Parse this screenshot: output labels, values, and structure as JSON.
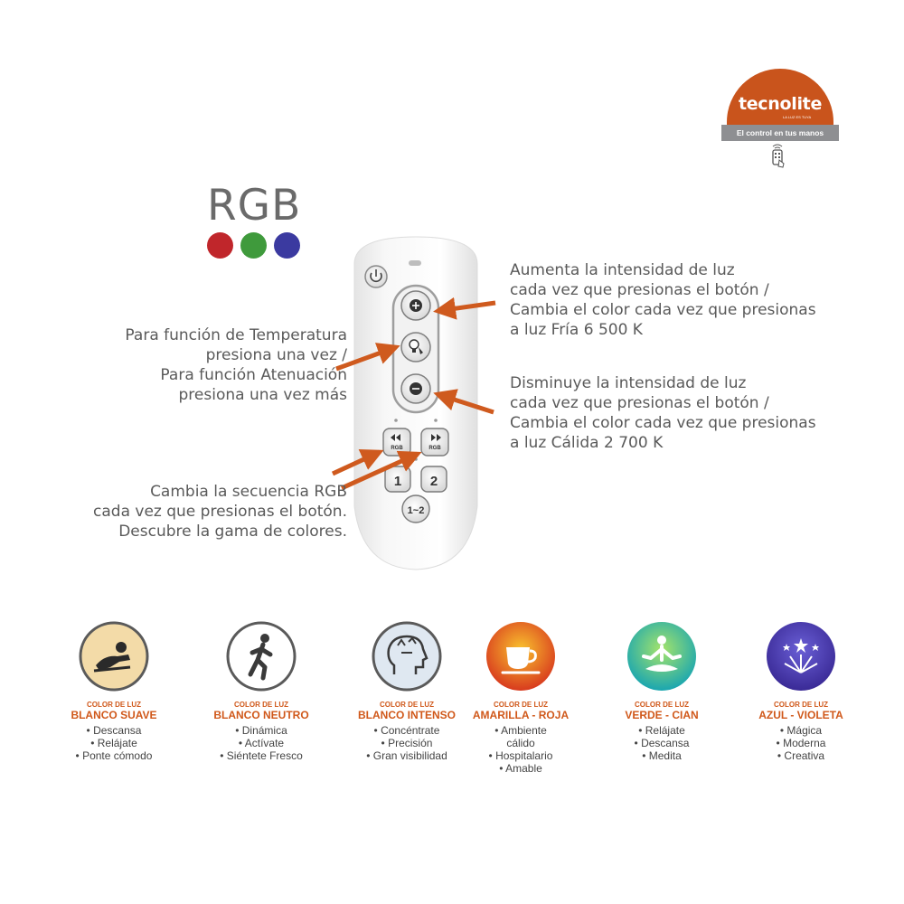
{
  "logo": {
    "brand": "tecnolite",
    "tagline_small": "LA LUZ ES TUYA",
    "tagline": "El control en tus manos"
  },
  "rgb": {
    "title": "RGB",
    "colors": [
      "#c0262b",
      "#3f9a3c",
      "#3b3aa0"
    ]
  },
  "remote_buttons": {
    "one": "1",
    "two": "2",
    "one_two": "1~2",
    "rgb_left": "RGB",
    "rgb_right": "RGB"
  },
  "annotations": {
    "increase": [
      "Aumenta la intensidad de luz",
      "cada vez que presionas el botón /",
      "Cambia el color cada vez que presionas",
      "a luz Fría 6 500 K"
    ],
    "temperature": [
      "Para función de Temperatura",
      "presiona una vez /",
      "Para función Atenuación",
      "presiona una vez más"
    ],
    "decrease": [
      "Disminuye la intensidad de luz",
      "cada vez que presionas el botón /",
      "Cambia el color cada vez que presionas",
      "a luz Cálida 2 700 K"
    ],
    "rgb_sequence": [
      "Cambia la secuencia RGB",
      "cada vez que presionas el botón.",
      "Descubre la gama de colores."
    ]
  },
  "accent_color": "#d0581a",
  "features": [
    {
      "icon": "relax-person-icon",
      "label_top": "COLOR DE LUZ",
      "label": "BLANCO SUAVE",
      "items": [
        "• Descansa",
        "• Relájate",
        "• Ponte cómodo"
      ]
    },
    {
      "icon": "running-person-icon",
      "label_top": "COLOR DE LUZ",
      "label": "BLANCO NEUTRO",
      "items": [
        "• Dinámica",
        "• Actívate",
        "• Siéntete Fresco"
      ]
    },
    {
      "icon": "thinking-head-icon",
      "label_top": "COLOR DE LUZ",
      "label": "BLANCO INTENSO",
      "items": [
        "• Concéntrate",
        "• Precisión",
        "• Gran visibilidad"
      ]
    },
    {
      "icon": "coffee-cup-icon",
      "label_top": "COLOR DE LUZ",
      "label": "AMARILLA - ROJA",
      "items": [
        "• Ambiente",
        "cálido",
        "• Hospitalario",
        "• Amable"
      ]
    },
    {
      "icon": "meditation-icon",
      "label_top": "COLOR DE LUZ",
      "label": "VERDE - CIAN",
      "items": [
        "• Relájate",
        "• Descansa",
        "• Medita"
      ]
    },
    {
      "icon": "fireworks-icon",
      "label_top": "COLOR DE LUZ",
      "label": "AZUL - VIOLETA",
      "items": [
        "• Mágica",
        "• Moderna",
        "• Creativa"
      ]
    }
  ]
}
